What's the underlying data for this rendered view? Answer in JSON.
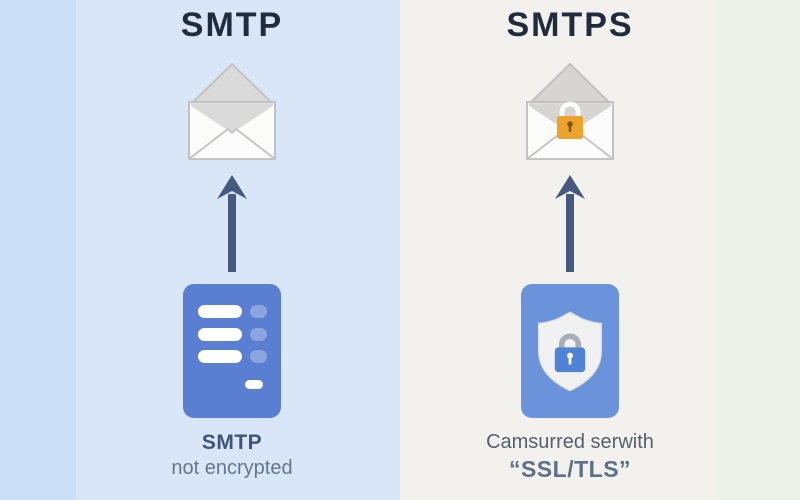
{
  "columns": {
    "left": {
      "title": "SMTP",
      "caption_line1": "SMTP",
      "caption_line2": "not encrypted"
    },
    "right": {
      "title": "SMTPS",
      "caption_line1": "Camsurred serwith",
      "caption_line2": "“SSL/TLS”"
    }
  },
  "icons": {
    "left_envelope": "open-envelope-icon",
    "right_envelope": "locked-envelope-icon",
    "arrow": "up-arrow-icon",
    "left_device": "mail-server-icon",
    "right_device": "shield-lock-icon"
  },
  "colors": {
    "left_edge_bg": "#cbdff6",
    "left_panel_bg": "#d9e6f8",
    "right_panel_bg": "#f2f1ed",
    "right_edge_bg": "#ecf2ea",
    "title_text": "#202b3c",
    "arrow": "#46597e",
    "server_tile_blue": "#5a7ed2",
    "shield_tile_blue": "#6b93dc",
    "lock_orange": "#eda32b",
    "lock_blue": "#4f83d6",
    "caption_bold_left": "#3e5577",
    "caption_gray": "#67768d",
    "caption_right_line1": "#57606e",
    "caption_right_line2": "#5d7089"
  }
}
